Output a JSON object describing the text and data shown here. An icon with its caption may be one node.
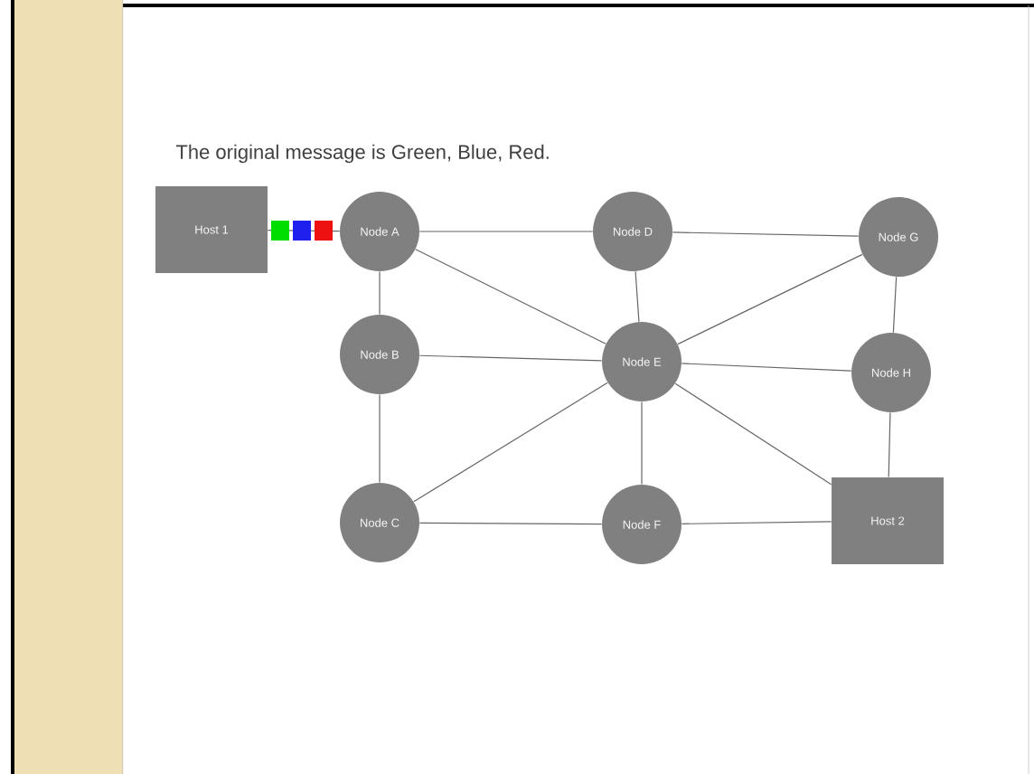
{
  "diagram": {
    "title": "The original message is Green, Blue, Red.",
    "nodes": [
      {
        "text": [
          "Host 1"
        ]
      },
      {
        "text": [
          "Node A"
        ]
      },
      {
        "text": [
          "Node D"
        ]
      },
      {
        "text": [
          "Node G"
        ]
      },
      {
        "text": [
          "Node B"
        ]
      },
      {
        "text": [
          "Node E"
        ]
      },
      {
        "text": [
          "Node H"
        ]
      },
      {
        "text": [
          "Node C"
        ]
      },
      {
        "text": [
          "Node F"
        ]
      },
      {
        "text": [
          "Host 2"
        ]
      }
    ],
    "edges": [
      {
        "from": 0,
        "to": 1,
        "arrow": "none"
      },
      {
        "from": 1,
        "to": 2,
        "arrow": "none"
      },
      {
        "from": 2,
        "to": 3,
        "arrow": "none"
      },
      {
        "from": 1,
        "to": 4,
        "arrow": "none"
      },
      {
        "from": 1,
        "to": 5,
        "arrow": "none"
      },
      {
        "from": 2,
        "to": 5,
        "arrow": "none"
      },
      {
        "from": 3,
        "to": 5,
        "arrow": "none"
      },
      {
        "from": 3,
        "to": 6,
        "arrow": "none"
      },
      {
        "from": 4,
        "to": 5,
        "arrow": "none"
      },
      {
        "from": 5,
        "to": 6,
        "arrow": "none"
      },
      {
        "from": 4,
        "to": 7,
        "arrow": "none"
      },
      {
        "from": 7,
        "to": 5,
        "arrow": "none"
      },
      {
        "from": 5,
        "to": 8,
        "arrow": "none"
      },
      {
        "from": 5,
        "to": 9,
        "arrow": "none"
      },
      {
        "from": 6,
        "to": 9,
        "arrow": "none"
      },
      {
        "from": 7,
        "to": 8,
        "arrow": "none"
      },
      {
        "from": 8,
        "to": 9,
        "arrow": "none"
      }
    ]
  }
}
